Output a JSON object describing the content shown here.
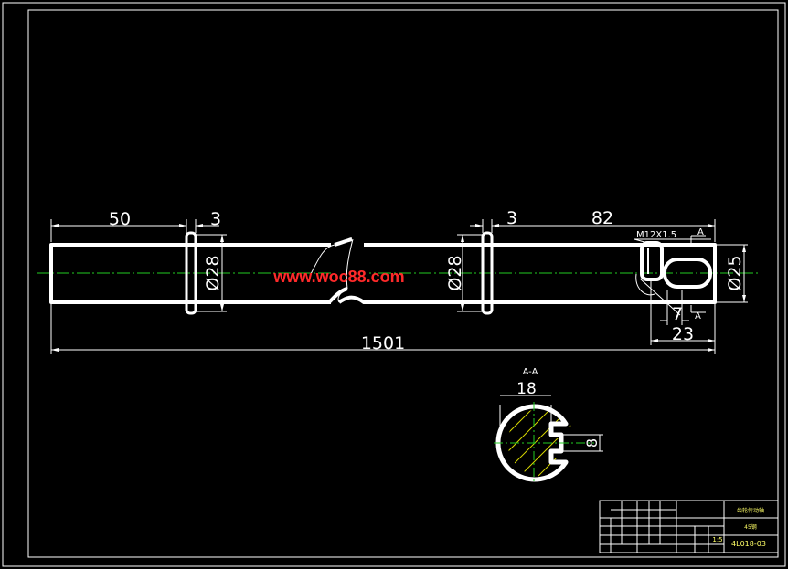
{
  "drawing": {
    "dimensions": {
      "left_length": "50",
      "left_gap": "3",
      "right_gap": "3",
      "right_length": "82",
      "total_length": "1501",
      "thread": "M12X1.5",
      "dia_left": "Ø28",
      "dia_mid": "Ø28",
      "dia_right": "Ø25",
      "slot_width": "7",
      "slot_offset": "23",
      "section_width": "18",
      "section_slot": "8"
    },
    "section_marks": {
      "top": "A",
      "bottom": "A",
      "view_label": "A-A"
    },
    "watermark": "www.woc88.com",
    "title_block": {
      "title": "齿轮传动轴",
      "material": "45钢",
      "scale": "1:5",
      "drawing_no": "4L018-03"
    }
  },
  "colors": {
    "background": "#000000",
    "outline": "#ffffff",
    "centerline": "#22cc22",
    "hatch": "#d8d800",
    "watermark": "#ff2a2a",
    "title_text": "#ffff66"
  }
}
